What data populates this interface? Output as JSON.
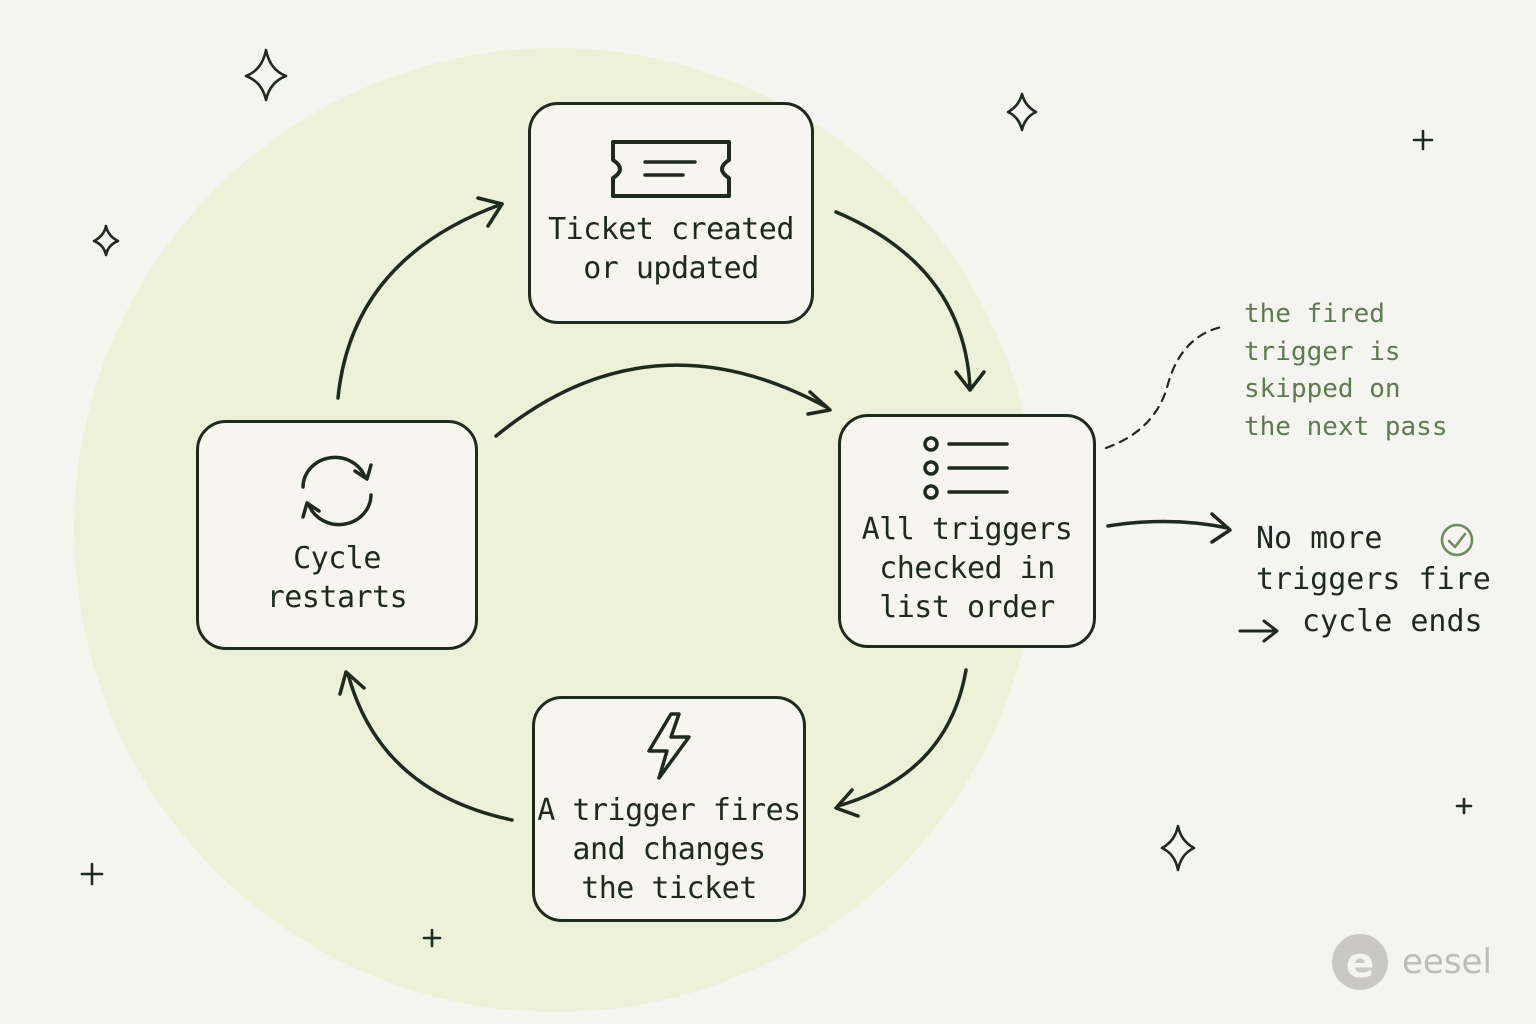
{
  "colors": {
    "background": "#f5f5ef",
    "blob": "#ecf1d8",
    "ink": "#1f2a1c",
    "note": "#5e7a52",
    "check": "#6f8a62",
    "logo": "#c4c4bd"
  },
  "nodes": {
    "ticket": {
      "label": "Ticket created\nor updated",
      "icon": "ticket-icon"
    },
    "check": {
      "label": "All triggers\nchecked in\nlist order",
      "icon": "list-icon"
    },
    "fire": {
      "label": "A trigger fires\nand changes\nthe ticket",
      "icon": "lightning-icon"
    },
    "cycle": {
      "label": "Cycle\nrestarts",
      "icon": "refresh-icon"
    }
  },
  "end_state": {
    "line1": "No more",
    "line2": "triggers fire",
    "line3": "cycle ends",
    "icon": "check-circle-icon"
  },
  "annotation": {
    "lines": [
      "the fired",
      "trigger is",
      "skipped on",
      "the next pass"
    ]
  },
  "logo": {
    "mark": "e",
    "text": "eesel"
  }
}
